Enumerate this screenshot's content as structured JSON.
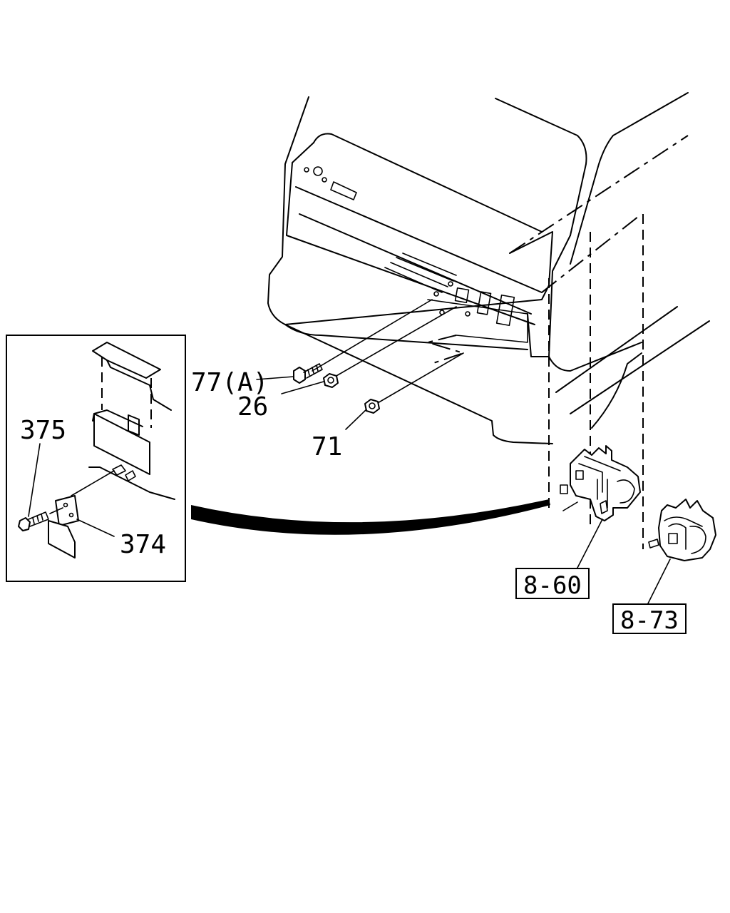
{
  "labels": {
    "part_77a": "77(A)",
    "part_26": "26",
    "part_71": "71",
    "part_375": "375",
    "part_374": "374"
  },
  "references": {
    "ref_860": "8-60",
    "ref_873": "8-73"
  }
}
